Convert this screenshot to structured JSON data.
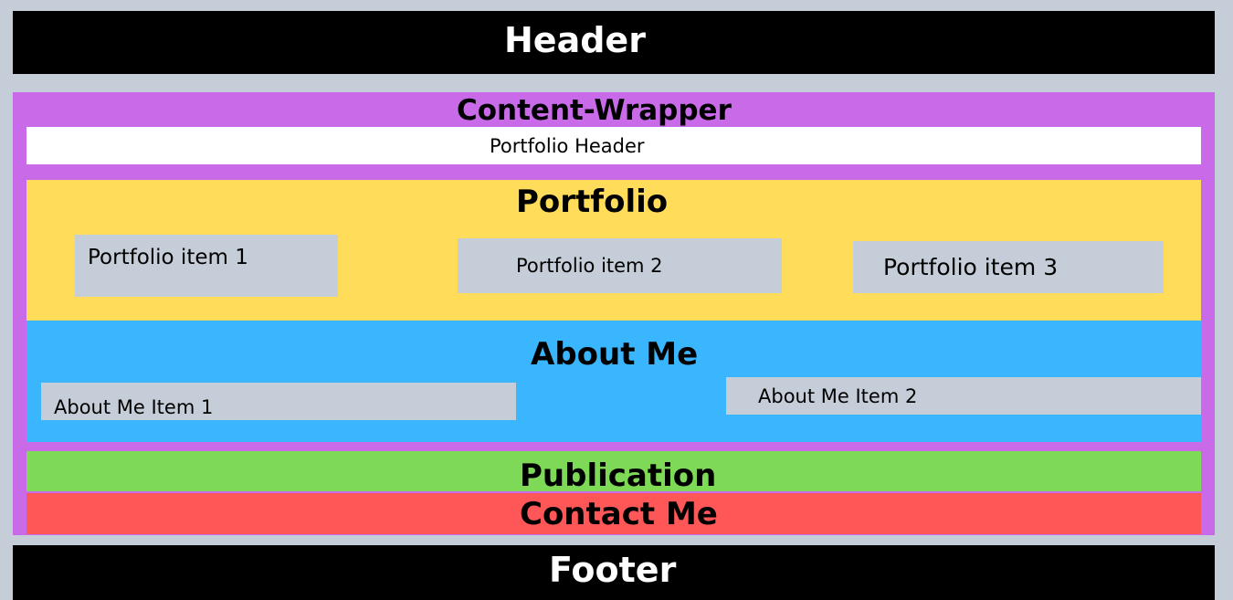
{
  "header": {
    "label": "Header"
  },
  "content_wrapper": {
    "label": "Content-Wrapper"
  },
  "portfolio_header": {
    "label": "Portfolio Header"
  },
  "portfolio": {
    "title": "Portfolio",
    "items": [
      "Portfolio item 1",
      "Portfolio item 2",
      "Portfolio item 3"
    ]
  },
  "about_me": {
    "title": "About Me",
    "items": [
      "About Me Item 1",
      "About Me Item 2"
    ]
  },
  "publication": {
    "label": "Publication"
  },
  "contact_me": {
    "label": "Contact Me"
  },
  "footer": {
    "label": "Footer"
  },
  "colors": {
    "background": "#c5ced8",
    "header": "#000000",
    "content_wrapper": "#c96ae8",
    "portfolio_header": "#ffffff",
    "portfolio": "#ffdd5a",
    "about_me": "#3ab6ff",
    "publication": "#7ed957",
    "contact_me": "#ff5757",
    "item_box": "#c5ced8"
  }
}
